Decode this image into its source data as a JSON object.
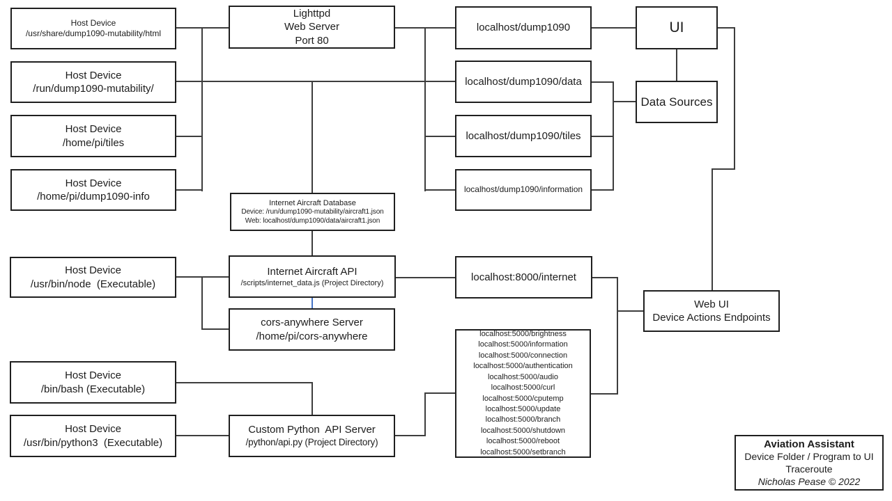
{
  "diagram": {
    "colors": {
      "background": "#ffffff",
      "box_border": "#1f1f1f",
      "connector": "#3d3d3d",
      "connector_accent": "#4472C4"
    },
    "nodes": {
      "host_html": {
        "title": "Host Device",
        "path": "/usr/share/dump1090-mutability/html"
      },
      "host_run": {
        "title": "Host Device",
        "path": "/run/dump1090-mutability/"
      },
      "host_tiles": {
        "title": "Host Device",
        "path": "/home/pi/tiles"
      },
      "host_info": {
        "title": "Host Device",
        "path": "/home/pi/dump1090-info"
      },
      "lighttpd": {
        "line1": "Lighttpd",
        "line2": "Web Server",
        "line3": "Port 80"
      },
      "aircraft_db": {
        "line1": "Internet Aircraft Database",
        "line2": "Device: /run/dump1090-mutability/aircraft1.json",
        "line3": "Web: localhost/dump1090/data/aircraft1.json"
      },
      "url_dump1090": {
        "label": "localhost/dump1090"
      },
      "url_data": {
        "label": "localhost/dump1090/data"
      },
      "url_tiles": {
        "label": "localhost/dump1090/tiles"
      },
      "url_information": {
        "label": "localhost/dump1090/information"
      },
      "ui": {
        "label": "UI"
      },
      "data_sources": {
        "label": "Data Sources"
      },
      "host_node": {
        "title": "Host Device",
        "path": "/usr/bin/node  (Executable)"
      },
      "internet_api": {
        "title": "Internet Aircraft API",
        "path": "/scripts/internet_data.js (Project Directory)"
      },
      "cors": {
        "title": "cors-anywhere Server",
        "path": "/home/pi/cors-anywhere"
      },
      "url_internet": {
        "label": "localhost:8000/internet"
      },
      "host_bash": {
        "title": "Host Device",
        "path": "/bin/bash (Executable)"
      },
      "host_python": {
        "title": "Host Device",
        "path": "/usr/bin/python3  (Executable)"
      },
      "python_api": {
        "title": "Custom Python  API Server",
        "path": "/python/api.py (Project Directory)"
      },
      "endpoints_5000": {
        "items": [
          "localhost:5000/brightness",
          "localhost:5000/information",
          "localhost:5000/connection",
          "localhost:5000/authentication",
          "localhost:5000/audio",
          "localhost:5000/curl",
          "localhost:5000/cputemp",
          "localhost:5000/update",
          "localhost:5000/branch",
          "localhost:5000/shutdown",
          "localhost:5000/reboot",
          "localhost:5000/setbranch"
        ]
      },
      "web_ui": {
        "title": "Web UI",
        "subtitle": "Device Actions Endpoints"
      }
    },
    "legend": {
      "title": "Aviation Assistant",
      "line2": "Device Folder / Program to UI",
      "line3": "Traceroute",
      "credit": "Nicholas Pease © 2022"
    }
  }
}
